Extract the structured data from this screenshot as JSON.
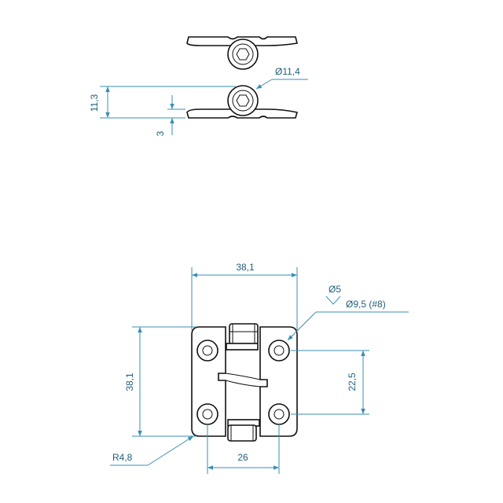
{
  "drawing": {
    "side_view": {
      "dim_diameter": "Ø11,4",
      "dim_height": "11,3",
      "dim_thickness": "3"
    },
    "front_view": {
      "dim_width": "38,1",
      "dim_height": "38,1",
      "dim_hole_spacing_v": "22,5",
      "dim_hole_spacing_h": "26",
      "dim_radius": "R4,8",
      "dim_hole": "Ø5",
      "dim_countersink": "Ø9,5 (#8)"
    }
  },
  "colors": {
    "dimension": "#3a8fb7",
    "outline": "#111111"
  }
}
